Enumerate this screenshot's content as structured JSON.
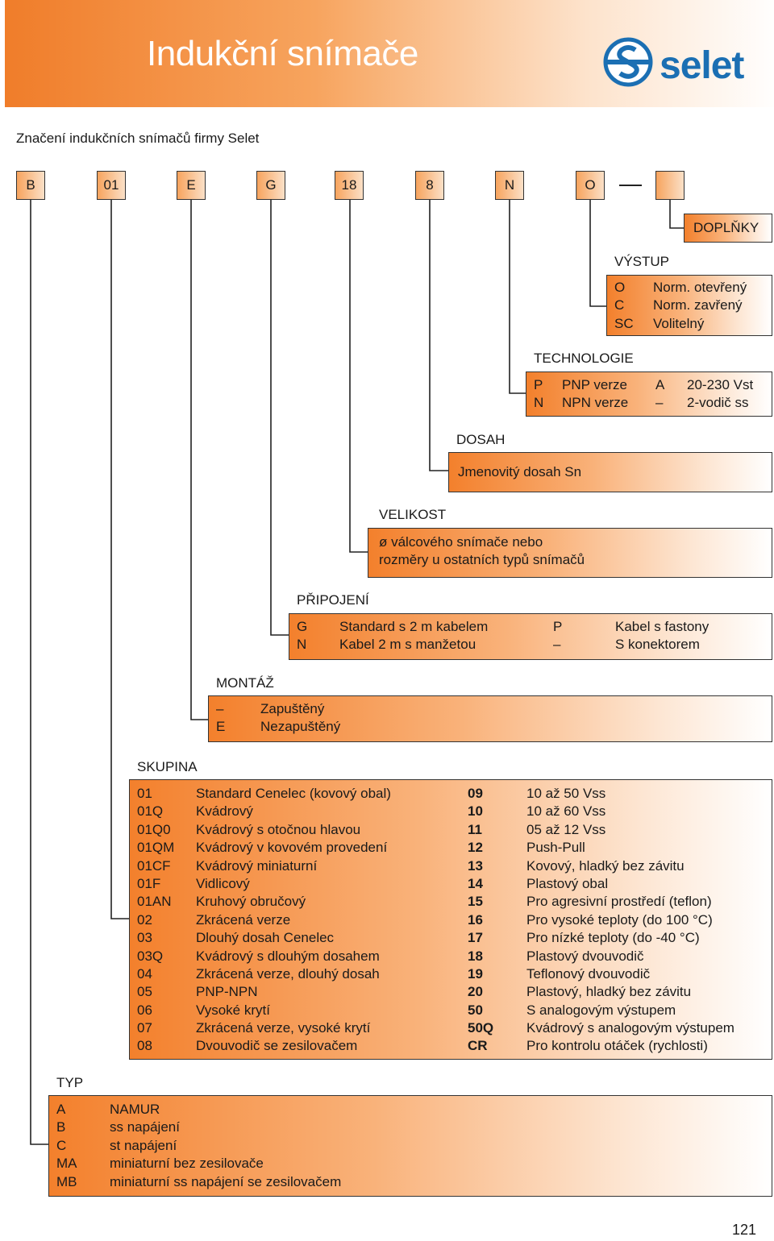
{
  "header": {
    "title": "Indukční snímače",
    "brand": "selet"
  },
  "subtitle": "Značení indukčních snímačů firmy Selet",
  "code": [
    "B",
    "01",
    "E",
    "G",
    "18",
    "8",
    "N",
    "O",
    ""
  ],
  "doplnky": {
    "title": "DOPLŇKY"
  },
  "vystup": {
    "title": "VÝSTUP",
    "rows": [
      [
        "O",
        "Norm. otevřený"
      ],
      [
        "C",
        "Norm. zavřený"
      ],
      [
        "SC",
        "Volitelný"
      ]
    ]
  },
  "technologie": {
    "title": "TECHNOLOGIE",
    "rows": [
      [
        "P",
        "PNP verze",
        "A",
        "20-230 Vst"
      ],
      [
        "N",
        "NPN verze",
        "–",
        "2-vodič ss"
      ]
    ]
  },
  "dosah": {
    "title": "DOSAH",
    "text": "Jmenovitý dosah Sn"
  },
  "velikost": {
    "title": "VELIKOST",
    "line1": "ø válcového snímače nebo",
    "line2": "rozměry u ostatních typů snímačů"
  },
  "pripojeni": {
    "title": "PŘIPOJENÍ",
    "rows": [
      [
        "G",
        "Standard s 2 m kabelem",
        "P",
        "Kabel s fastony"
      ],
      [
        "N",
        "Kabel 2 m s manžetou",
        "–",
        "S konektorem"
      ]
    ]
  },
  "montaz": {
    "title": "MONTÁŽ",
    "rows": [
      [
        "–",
        "Zapuštěný"
      ],
      [
        "E",
        "Nezapuštěný"
      ]
    ]
  },
  "skupina": {
    "title": "SKUPINA",
    "left": [
      [
        "01",
        "Standard Cenelec (kovový obal)"
      ],
      [
        "01Q",
        "Kvádrový"
      ],
      [
        "01Q0",
        "Kvádrový s otočnou hlavou"
      ],
      [
        "01QM",
        "Kvádrový v kovovém provedení"
      ],
      [
        "01CF",
        "Kvádrový miniaturní"
      ],
      [
        "01F",
        "Vidlicový"
      ],
      [
        "01AN",
        "Kruhový obručový"
      ],
      [
        "02",
        "Zkrácená verze"
      ],
      [
        "03",
        "Dlouhý dosah Cenelec"
      ],
      [
        "03Q",
        "Kvádrový s dlouhým dosahem"
      ],
      [
        "04",
        "Zkrácená verze, dlouhý dosah"
      ],
      [
        "05",
        "PNP-NPN"
      ],
      [
        "06",
        "Vysoké krytí"
      ],
      [
        "07",
        "Zkrácená verze, vysoké krytí"
      ],
      [
        "08",
        "Dvouvodič se zesilovačem"
      ]
    ],
    "right": [
      [
        "09",
        "10 až 50 Vss"
      ],
      [
        "10",
        "10 až 60 Vss"
      ],
      [
        "11",
        "05 až 12 Vss"
      ],
      [
        "12",
        "Push-Pull"
      ],
      [
        "13",
        "Kovový, hladký bez závitu"
      ],
      [
        "14",
        "Plastový obal"
      ],
      [
        "15",
        "Pro agresivní prostředí (teflon)"
      ],
      [
        "16",
        "Pro vysoké teploty (do 100 °C)"
      ],
      [
        "17",
        "Pro nízké teploty (do -40 °C)"
      ],
      [
        "18",
        "Plastový dvouvodič"
      ],
      [
        "19",
        "Teflonový dvouvodič"
      ],
      [
        "20",
        "Plastový, hladký bez závitu"
      ],
      [
        "50",
        "S analogovým výstupem"
      ],
      [
        "50Q",
        "Kvádrový s analogovým výstupem"
      ],
      [
        "CR",
        "Pro kontrolu otáček (rychlosti)"
      ]
    ]
  },
  "typ": {
    "title": "TYP",
    "rows": [
      [
        "A",
        "NAMUR"
      ],
      [
        "B",
        "ss napájení"
      ],
      [
        "C",
        "st napájení"
      ],
      [
        "MA",
        "miniaturní bez zesilovače"
      ],
      [
        "MB",
        "miniaturní ss napájení se zesilovačem"
      ]
    ]
  },
  "page_number": "121",
  "colors": {
    "accent": "#f07d2a",
    "brand_blue": "#1b6fb3"
  }
}
